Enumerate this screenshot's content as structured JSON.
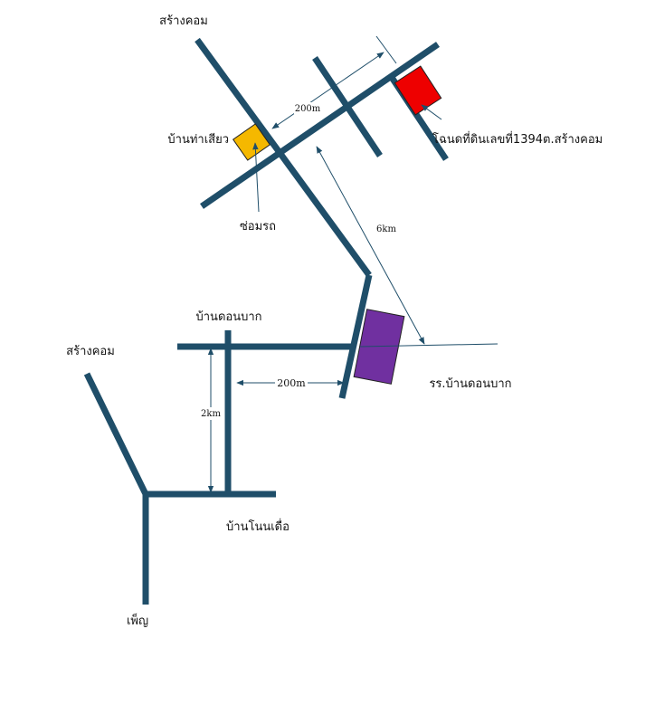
{
  "colors": {
    "road": "#1f4e69",
    "arrow": "#1f4e69",
    "house": "#f5b800",
    "plot": "#ee0000",
    "school": "#7030a0",
    "outline": "#222222"
  },
  "places": {
    "sarang_khom_top": "สร้างคอม",
    "ban_tha_siao": "บ้านท่าเสียว",
    "repair_shop": "ซ่อมรถ",
    "land_title": "โฉนดที่ดินเลขที่1394ต.สร้างคอม",
    "ban_don_bak": "บ้านดอนบาก",
    "sarang_khom_left": "สร้างคอม",
    "school": "รร.บ้านดอนบาก",
    "ban_non_suea": "บ้านโนนเดื่อ",
    "phen": "เพ็ญ"
  },
  "distances": {
    "top_200m": "200m",
    "six_km": "6km",
    "mid_200m": "200m",
    "two_km": "2km"
  }
}
